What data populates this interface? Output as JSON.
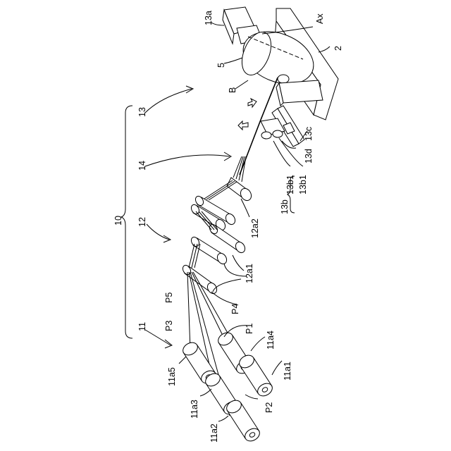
{
  "labels": {
    "n10": "10",
    "n11": "11",
    "n12": "12",
    "n13": "13",
    "n14": "14",
    "n13a": "13a",
    "nAx": "Ax",
    "n2": "2",
    "n5": "5",
    "nB": "B",
    "n13c": "13c",
    "n13d": "13d",
    "n13b1a": "13b1",
    "n13b1b": "13b1",
    "n13b": "13b",
    "n12a2": "12a2",
    "n12a1": "12a1",
    "nP5": "P5",
    "nP4": "P4",
    "nP3": "P3",
    "nP1": "P1",
    "n11a4": "11a4",
    "n11a5": "11a5",
    "n11a1": "11a1",
    "n11a3": "11a3",
    "nP2": "P2",
    "n11a2": "11a2"
  }
}
